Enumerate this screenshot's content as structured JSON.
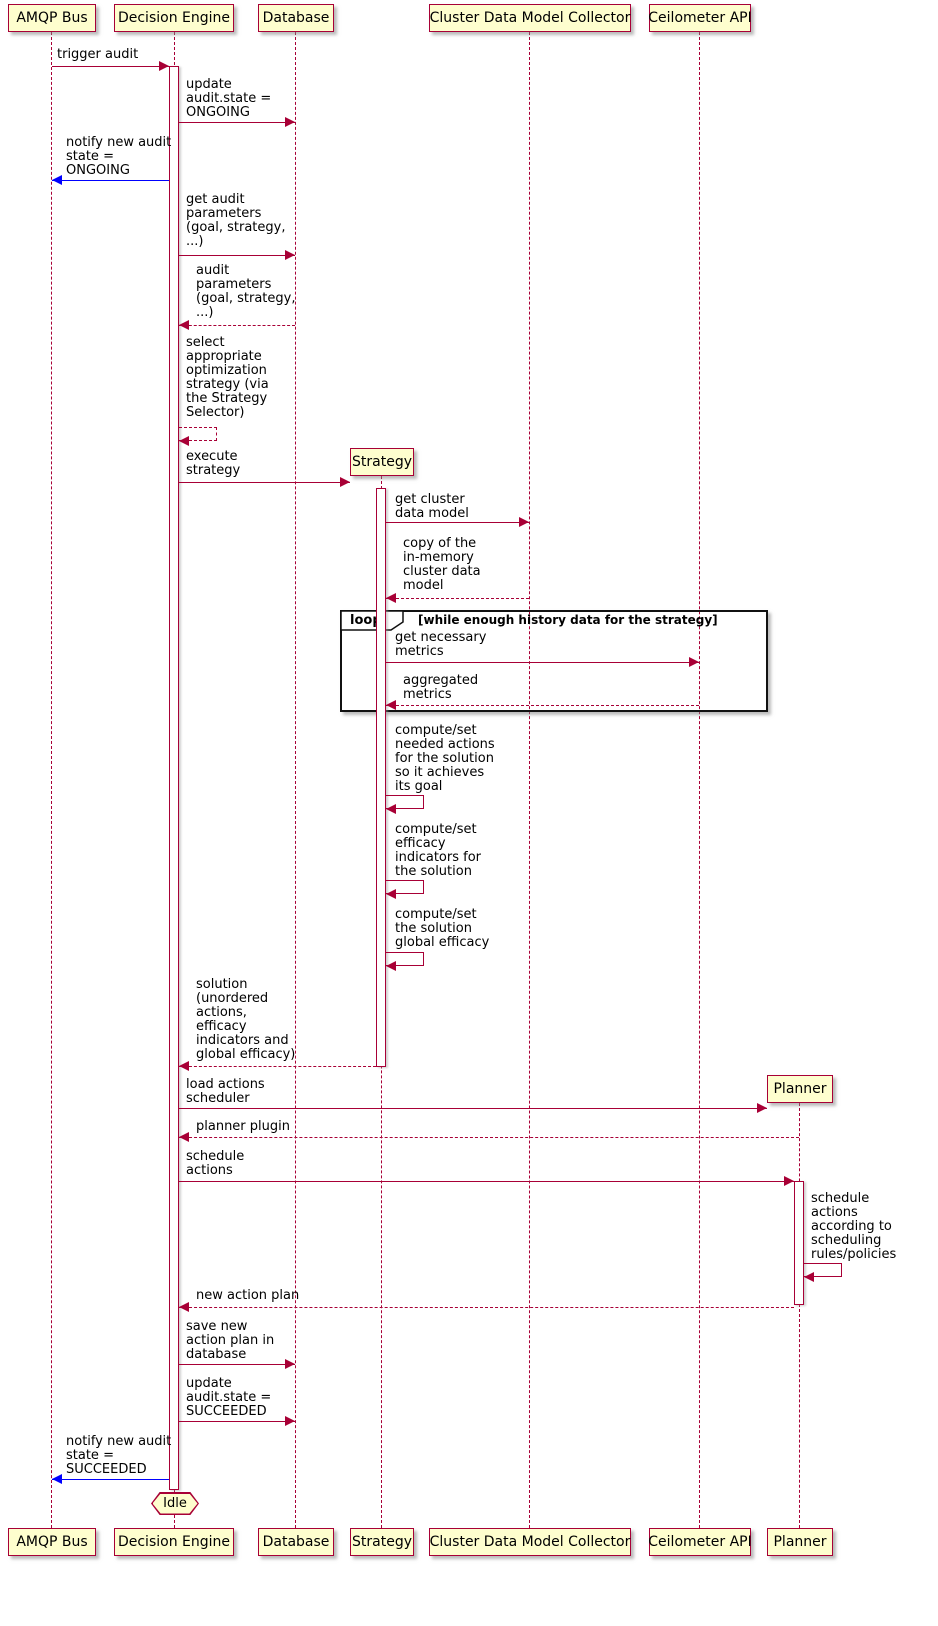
{
  "participants": {
    "amqp": "AMQP Bus",
    "decision": "Decision Engine",
    "database": "Database",
    "strategy": "Strategy",
    "collector": "Cluster Data Model Collector",
    "ceilometer": "Ceilometer API",
    "planner": "Planner"
  },
  "loop_frame": {
    "operator": "loop",
    "condition": "[while enough history data for the strategy]"
  },
  "end_state": "Idle",
  "colors": {
    "participant_fill": "#FEFECE",
    "border": "#A80036",
    "blue_arrow": "#0000FF"
  },
  "messages": [
    {
      "text": "trigger audit"
    },
    {
      "text": "update\naudit.state =\nONGOING"
    },
    {
      "text": "notify new audit\nstate =\nONGOING"
    },
    {
      "text": "get audit\nparameters\n(goal, strategy,\n...)"
    },
    {
      "text": "audit\nparameters\n(goal, strategy,\n...)"
    },
    {
      "text": "select\nappropriate\noptimization\nstrategy (via\nthe Strategy\nSelector)"
    },
    {
      "text": "execute\nstrategy"
    },
    {
      "text": "get cluster\ndata model"
    },
    {
      "text": "copy of the\nin-memory\ncluster data\nmodel"
    },
    {
      "text": "get necessary\nmetrics"
    },
    {
      "text": "aggregated\nmetrics"
    },
    {
      "text": "compute/set\nneeded actions\nfor the solution\nso it achieves\nits goal"
    },
    {
      "text": "compute/set\nefficacy\nindicators for\nthe solution"
    },
    {
      "text": "compute/set\nthe solution\nglobal efficacy"
    },
    {
      "text": "solution\n(unordered\nactions,\nefficacy\nindicators and\nglobal efficacy)"
    },
    {
      "text": "load actions\nscheduler"
    },
    {
      "text": "planner plugin"
    },
    {
      "text": "schedule\nactions"
    },
    {
      "text": "schedule\nactions\naccording to\nscheduling\nrules/policies"
    },
    {
      "text": "new action plan"
    },
    {
      "text": "save new\naction plan in\ndatabase"
    },
    {
      "text": "update\naudit.state =\nSUCCEEDED"
    },
    {
      "text": "notify new audit\nstate =\nSUCCEEDED"
    }
  ]
}
